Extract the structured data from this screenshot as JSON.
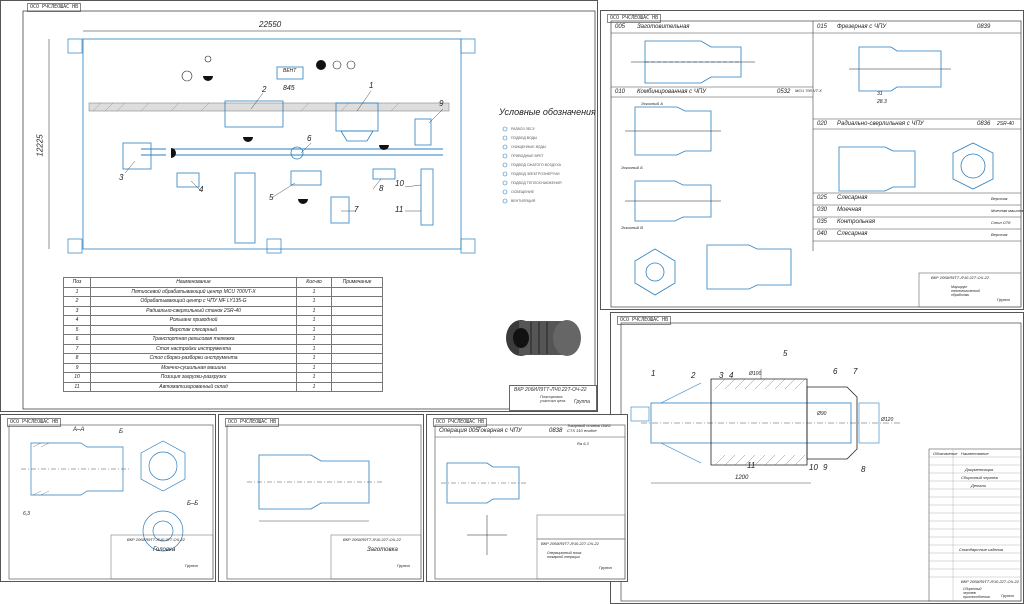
{
  "stamp_code": "ОСО РЧСЛЕОШАС НВ",
  "layout_sheet": {
    "dim_width": "22550",
    "dim_height": "12225",
    "dim_845": "845",
    "vent_label": "ВЕНТ",
    "legend_title": "Условные обозначения",
    "legend_items": [
      "РАЗВОЗ ЛЕСУ",
      "ПОДВОД ВОДЫ",
      "ОЧИЩЕННЫЕ ВОДЫ",
      "ПРИВОДНЫЕ ВРЕТ",
      "ПОДВОД СЖАТОГО ВОЗДУХА",
      "ПОДВОД ЭЛЕКТРОЭНЕРГИИ",
      "ПОДВОД ТЕПЛОСНАБЖЕНИЯ",
      "ОСВЕЩЕНИЕ",
      "ВЕНТИЛЯЦИЯ"
    ],
    "equipment_numbers": [
      "1",
      "2",
      "3",
      "4",
      "5",
      "6",
      "7",
      "8",
      "9",
      "10",
      "11"
    ],
    "table_headers": [
      "Поз",
      "Наименование",
      "Кол-во",
      "Примечание"
    ],
    "table_rows": [
      {
        "pos": "1",
        "name": "Пятиосевой обрабатывающий центр MCU 700VT-X",
        "qty": "1"
      },
      {
        "pos": "2",
        "name": "Обрабатывающий центр с ЧПУ MF LY135-G",
        "qty": "1"
      },
      {
        "pos": "3",
        "name": "Радиально-сверлильный станок 2SR-40",
        "qty": "1"
      },
      {
        "pos": "4",
        "name": "Рольганг приводной",
        "qty": "1"
      },
      {
        "pos": "5",
        "name": "Верстак слесарный",
        "qty": "1"
      },
      {
        "pos": "6",
        "name": "Транспортная рельсовая тележка",
        "qty": "1"
      },
      {
        "pos": "7",
        "name": "Стол настройки инструмента",
        "qty": "1"
      },
      {
        "pos": "8",
        "name": "Стол сборки-разборки инструмента",
        "qty": "1"
      },
      {
        "pos": "9",
        "name": "Моечно-сушильная машина",
        "qty": "1"
      },
      {
        "pos": "10",
        "name": "Позиция загрузки-разгрузки",
        "qty": "1"
      },
      {
        "pos": "11",
        "name": "Автоматизированный склад",
        "qty": "1"
      }
    ],
    "title_block_code": "ВКР 20бИЛ9ТТ-ЛЧ0.22Т-ОЧ-22",
    "title_block_name": "Планировка участка цеха",
    "title_block_group": "Группа"
  },
  "ops_sheet": {
    "op_005": "005",
    "op_005_name": "Заготовительная",
    "op_010": "010",
    "op_010_name": "Комбинированная с ЧПУ",
    "op_010_code": "0532",
    "op_010_machine": "MCU 700 VT-X",
    "op_015": "015",
    "op_015_name": "Фрезерная с ЧПУ",
    "op_015_code": "0839",
    "op_020": "020",
    "op_020_name": "Радиально-сверлильная с ЧПУ",
    "op_020_code": "0836",
    "op_020_machine": "2SR-40",
    "dims_015": [
      "31",
      "28.3"
    ],
    "later_ops": [
      {
        "no": "025",
        "name": "Слесарная",
        "place": "Верстак"
      },
      {
        "no": "030",
        "name": "Моечная",
        "place": "Моечная машина"
      },
      {
        "no": "035",
        "name": "Контрольная",
        "place": "Стол ОТК"
      },
      {
        "no": "040",
        "name": "Слесарная",
        "place": "Верстак"
      }
    ],
    "view_labels": [
      "Эскизный А",
      "Эскизный Б",
      "Эскизный В"
    ],
    "title_block_code": "ВКР 20бИЛ9ТТ-ЛЧ0.22Т-ОЧ-22",
    "title_block_name": "Маршрут технологической обработки",
    "title_block_group": "Группа"
  },
  "assembly_sheet": {
    "part_numbers": [
      "1",
      "2",
      "3",
      "4",
      "5",
      "6",
      "7",
      "8",
      "9",
      "10",
      "11"
    ],
    "dim_1200": "1200",
    "dim_100": "Ø100",
    "dim_90": "Ø90",
    "dim_120": "Ø120",
    "spec_headers": [
      "Обозначение",
      "Наименование"
    ],
    "spec_sections": [
      "Документация",
      "Сборочный чертеж",
      "Детали",
      "Стандартные изделия"
    ],
    "title_block_code": "ВКР 20бИЛ9ТТ-ЛЧ0.22Т-ОЧ-22",
    "title_block_name": "Сборочный чертеж приспособления",
    "title_block_group": "Группа"
  },
  "part_sheet": {
    "section_aa": "А–А",
    "section_bb": "Б–Б",
    "view_b": "Б",
    "roughness": "6,3",
    "title_block_code": "ВКР 20бИЛ9ТТ-ЛЧ0.22Т-ОЧ-22",
    "title_block_name": "Головка",
    "title_block_group": "Группа"
  },
  "blank_sheet": {
    "title_block_code": "ВКР 20бИЛ9ТТ-ЛЧ0.22Т-ОЧ-22",
    "title_block_name": "Заготовка",
    "title_block_group": "Группа"
  },
  "op_sheet": {
    "op_header": "Операция 005",
    "op_name": "Токарная с ЧПУ",
    "op_code": "0838",
    "machine": "Токарный станок DMG CTX 310 ecoline",
    "roughness": "Ra 6,3",
    "title_block_code": "ВКР 20бИЛ9ТТ-ЛЧ0.22Т-ОЧ-22",
    "title_block_name": "Операционный эскиз токарной операции",
    "title_block_group": "Группа"
  },
  "colors": {
    "line": "#222222",
    "accent": "#2a7fc0",
    "frame": "#555555"
  }
}
